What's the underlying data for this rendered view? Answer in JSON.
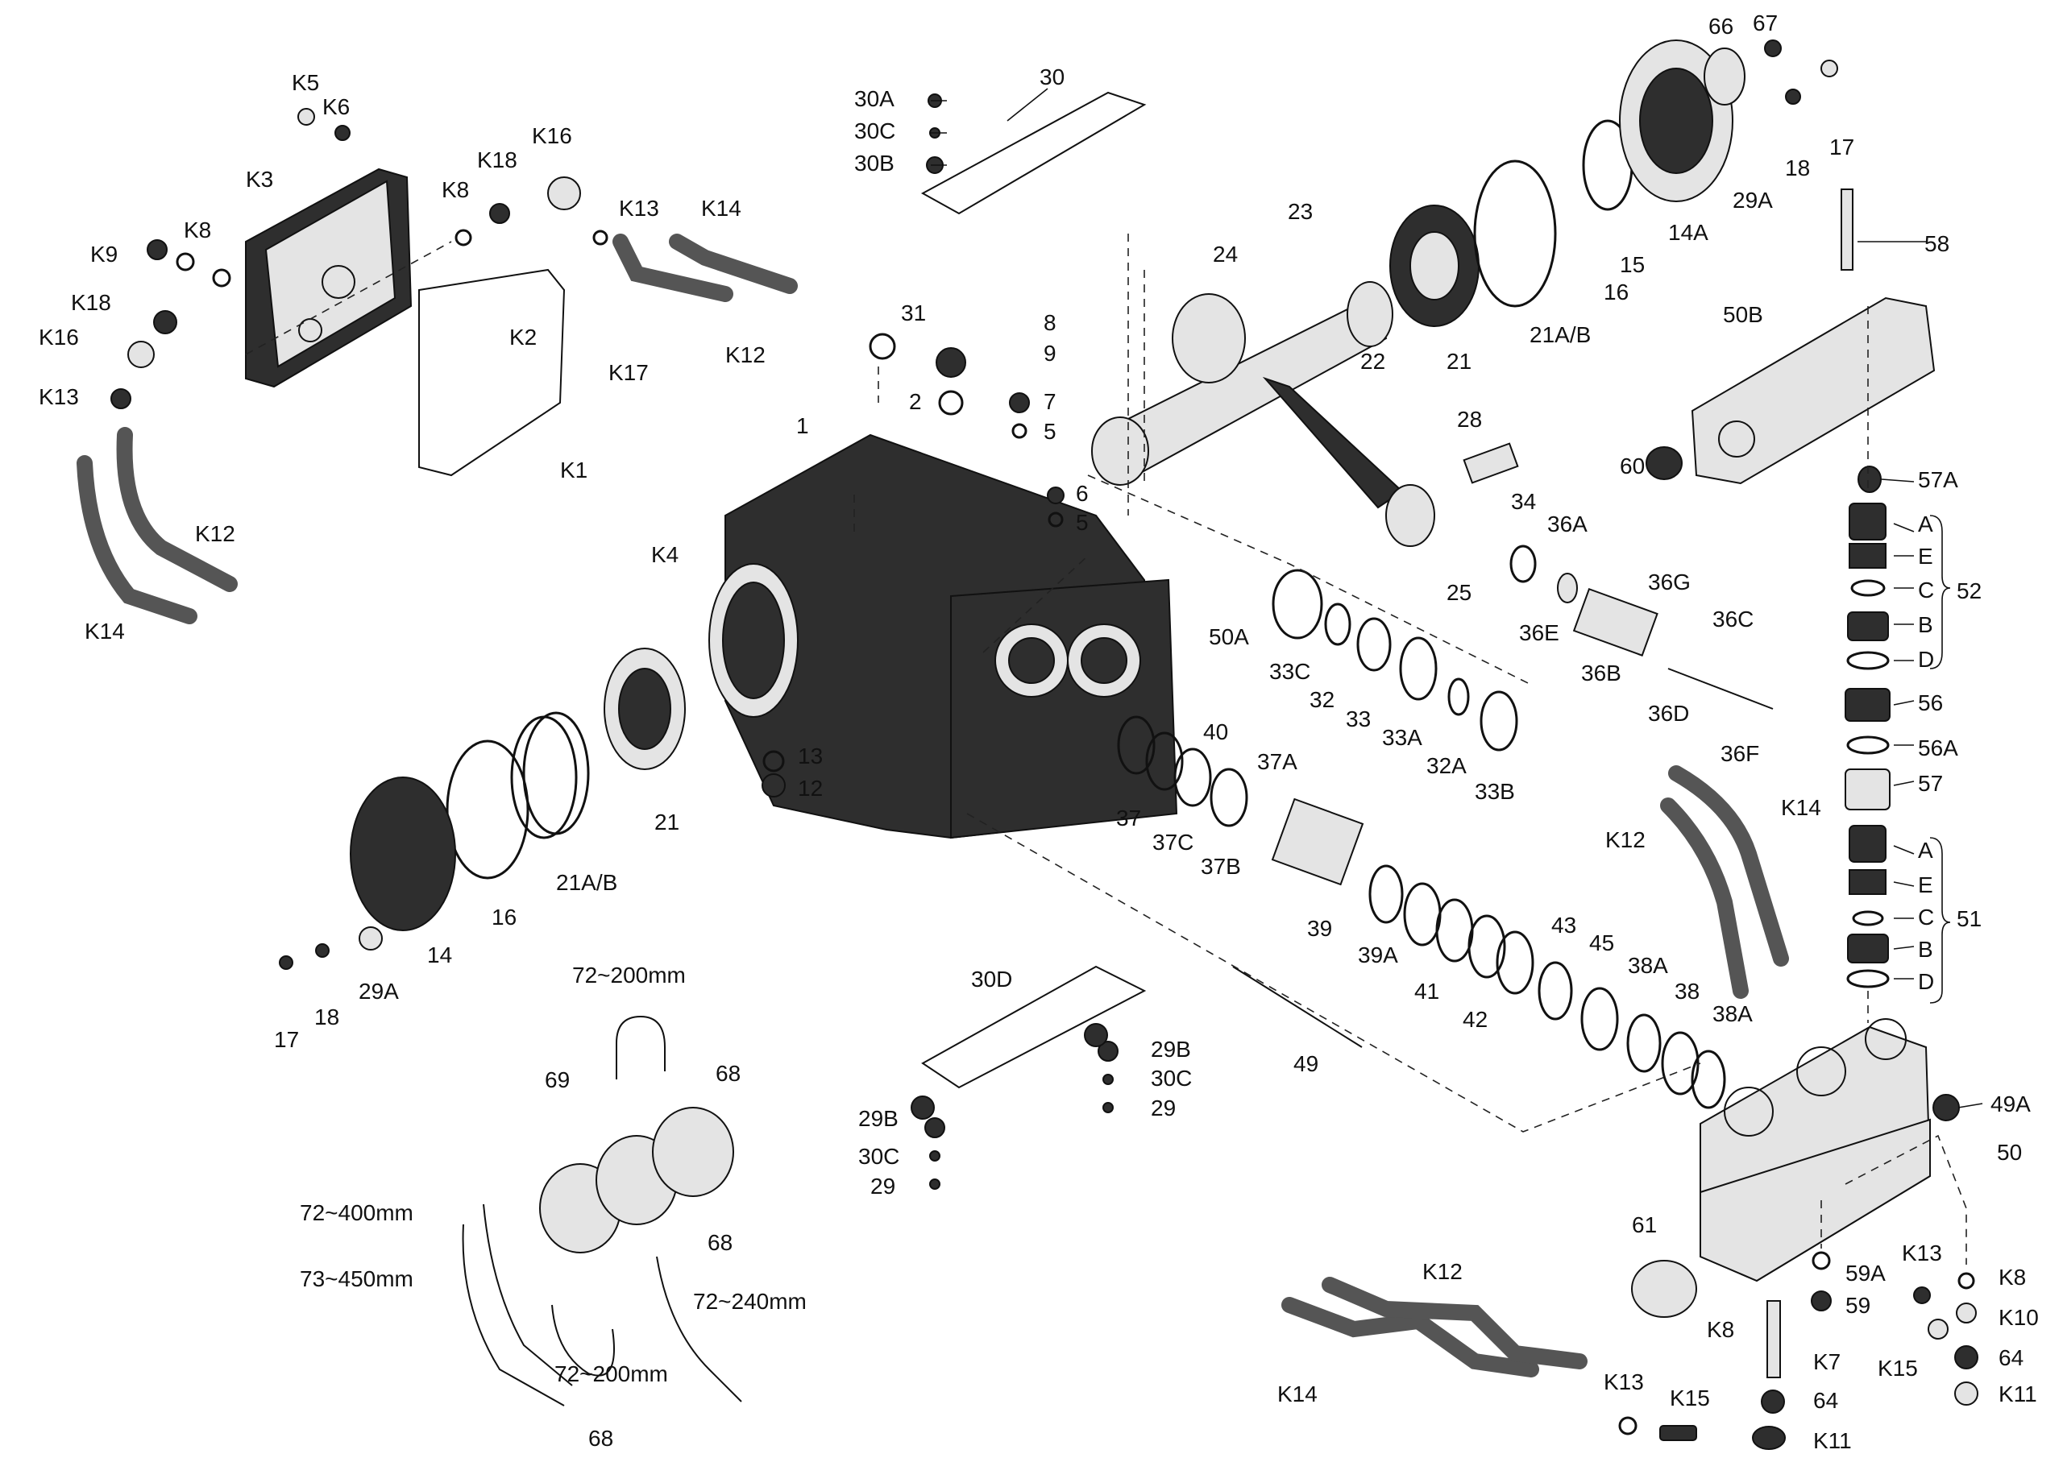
{
  "part_labels": {
    "k5": "K5",
    "k6": "K6",
    "k3": "K3",
    "k9": "K9",
    "k8": "K8",
    "k18": "K18",
    "k16": "K16",
    "k13": "K13",
    "k2": "K2",
    "k12": "K12",
    "k14": "K14",
    "k17": "K17",
    "k1": "K1",
    "k4": "K4",
    "k7": "K7",
    "k10": "K10",
    "k11": "K11",
    "k15": "K15",
    "p1": "1",
    "p2": "2",
    "p5": "5",
    "p6": "6",
    "p7": "7",
    "p8": "8",
    "p9": "9",
    "p12": "12",
    "p13": "13",
    "p14": "14",
    "p14a": "14A",
    "p15": "15",
    "p16": "16",
    "p17": "17",
    "p18": "18",
    "p21": "21",
    "p21ab": "21A/B",
    "p22": "22",
    "p23": "23",
    "p24": "24",
    "p25": "25",
    "p28": "28",
    "p29": "29",
    "p29a": "29A",
    "p29b": "29B",
    "p30": "30",
    "p30a": "30A",
    "p30b": "30B",
    "p30c": "30C",
    "p30d": "30D",
    "p31": "31",
    "p32": "32",
    "p32a": "32A",
    "p33": "33",
    "p33a": "33A",
    "p33b": "33B",
    "p33c": "33C",
    "p34": "34",
    "p36a": "36A",
    "p36b": "36B",
    "p36c": "36C",
    "p36d": "36D",
    "p36e": "36E",
    "p36f": "36F",
    "p36g": "36G",
    "p37": "37",
    "p37a": "37A",
    "p37b": "37B",
    "p37c": "37C",
    "p38": "38",
    "p38a": "38A",
    "p39": "39",
    "p39a": "39A",
    "p40": "40",
    "p41": "41",
    "p42": "42",
    "p43": "43",
    "p45": "45",
    "p49": "49",
    "p49a": "49A",
    "p50": "50",
    "p50a": "50A",
    "p50b": "50B",
    "p51": "51",
    "p52": "52",
    "p56": "56",
    "p56a": "56A",
    "p57": "57",
    "p57a": "57A",
    "p58": "58",
    "p59": "59",
    "p59a": "59A",
    "p60": "60",
    "p61": "61",
    "p64": "64",
    "p66": "66",
    "p67": "67",
    "p68": "68",
    "p69": "69",
    "la": "A",
    "lb": "B",
    "lc": "C",
    "ld": "D",
    "le": "E"
  },
  "tube_lengths": {
    "t72_200": "72~200mm",
    "t72_400": "72~400mm",
    "t73_450": "73~450mm",
    "t72_240": "72~240mm"
  },
  "colors": {
    "line": "#111111",
    "body": "#2e2e2e",
    "hose": "#555555",
    "background": "#ffffff"
  }
}
